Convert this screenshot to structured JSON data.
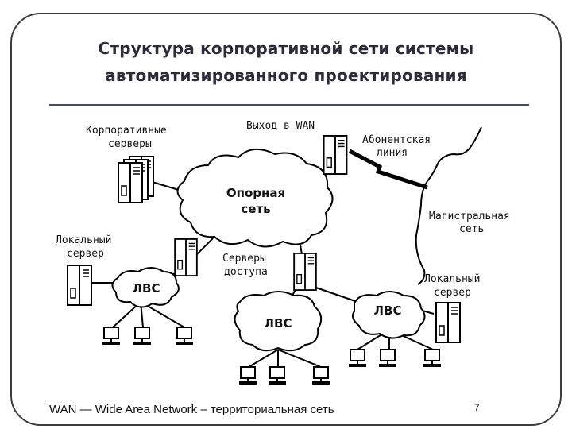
{
  "slide": {
    "title_line1": "Структура корпоративной сети системы",
    "title_line2": "автоматизированного проектирования",
    "footer": "WAN — Wide Area Network – территориальная сеть",
    "page_number": "7"
  },
  "diagram": {
    "labels": {
      "corp_servers_1": "Корпоративные",
      "corp_servers_2": "серверы",
      "wan_exit": "Выход в WAN",
      "subscriber_line_1": "Абонентская",
      "subscriber_line_2": "линия",
      "backbone_wan_1": "Магистральная",
      "backbone_wan_2": "сеть",
      "local_server_left_1": "Локальный",
      "local_server_left_2": "сервер",
      "access_servers_1": "Серверы",
      "access_servers_2": "доступа",
      "local_server_right_1": "Локальный",
      "local_server_right_2": "сервер"
    },
    "clouds": {
      "backbone_1": "Опорная",
      "backbone_2": "сеть",
      "lan_left": "ЛВС",
      "lan_center": "ЛВС",
      "lan_right": "ЛВС"
    }
  }
}
